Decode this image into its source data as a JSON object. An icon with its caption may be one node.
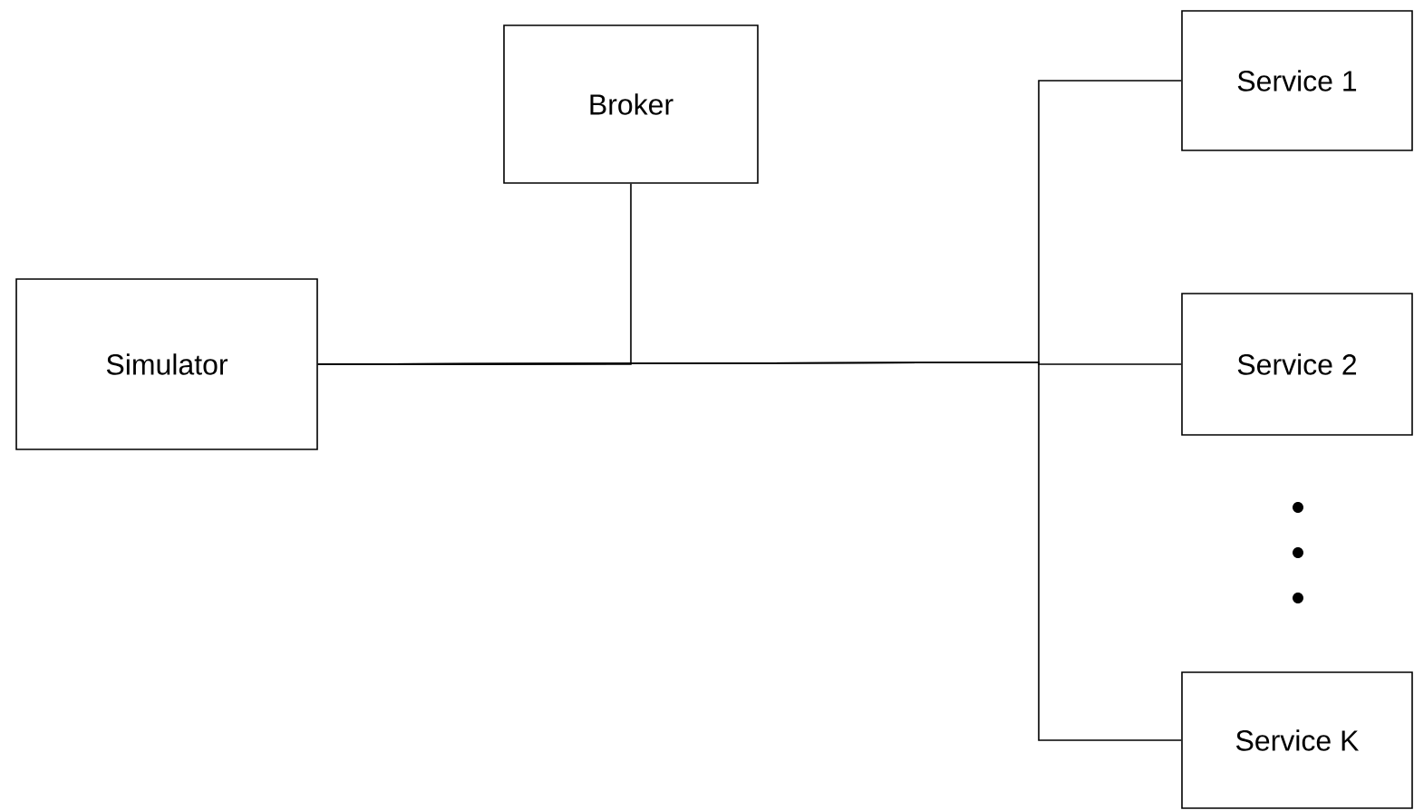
{
  "diagram": {
    "nodes": [
      {
        "text": [
          "Simulator"
        ]
      },
      {
        "text": [
          "Broker"
        ]
      },
      {
        "text": [
          "Service 1"
        ]
      },
      {
        "text": [
          "Service 2"
        ]
      },
      {
        "text": [
          "Service K"
        ]
      }
    ],
    "edges": [
      {
        "from": 0,
        "to": 1,
        "arrow": "none"
      },
      {
        "from": 0,
        "to": 2,
        "arrow": "none"
      },
      {
        "from": 0,
        "to": 3,
        "arrow": "none"
      },
      {
        "from": 0,
        "to": 4,
        "arrow": "none"
      }
    ]
  }
}
